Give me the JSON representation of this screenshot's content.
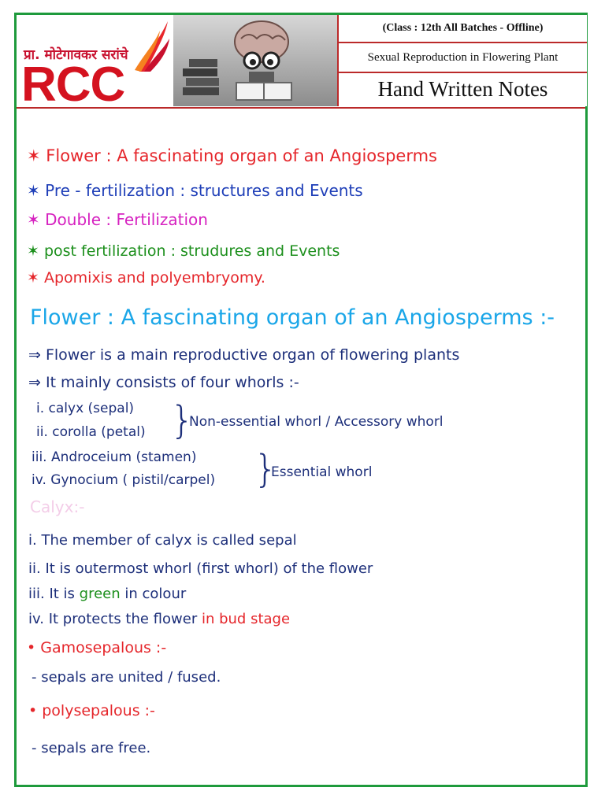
{
  "header": {
    "logo_marathi": "प्रा. मोटेगावकर सरांचे",
    "logo_text": "RCC",
    "batch": "(Class : 12th All Batches - Offline)",
    "topic": "Sexual Reproduction in Flowering Plant",
    "notes_title": "Hand Written Notes"
  },
  "index": [
    "Flower : A fascinating organ of an Angiosperms",
    "Pre - fertilization : structures and Events",
    "Double : Fertilization",
    "post fertilization : strudures and Events",
    "Apomixis and polyembryomy."
  ],
  "section": {
    "heading": "Flower : A fascinating organ of an Angiosperms :-",
    "line1": "⇒ Flower is a main reproductive organ of flowering plants",
    "line2": "⇒ It mainly consists of four whorls :-",
    "whorls": [
      "i. calyx (sepal)",
      "ii. corolla (petal)",
      "iii. Androceium (stamen)",
      "iv. Gynocium ( pistil/carpel)"
    ],
    "nonessential_label": "Non-essential whorl / Accessory whorl",
    "essential_label": "Essential whorl"
  },
  "calyx": {
    "faint_heading": "Calyx:-",
    "points": [
      "i. The member of calyx is called sepal",
      "ii. It is outermost whorl (first whorl) of the flower",
      "iii. It is",
      "iv. It protects the flower"
    ],
    "green_word": "green",
    "colour_word": "in colour",
    "bud_stage": "in bud stage",
    "gamo_heading": "• Gamosepalous :-",
    "gamo_text": "- sepals are united / fused.",
    "poly_heading": "• polysepalous :-",
    "poly_text": "- sepals are free."
  },
  "colors": {
    "border": "#1e9a3c",
    "header_line": "#bb2a2a",
    "red": "#e5262b",
    "blue": "#1f3fb8",
    "magenta": "#d622c0",
    "green": "#1c8f1c",
    "navy": "#1d2f7a",
    "cyan": "#1aa6e8"
  },
  "icons": {
    "bullet": "red-star-bullet",
    "header_image": "brain-reading-books-illustration",
    "logo_flame": "flame-swoosh-icon"
  }
}
